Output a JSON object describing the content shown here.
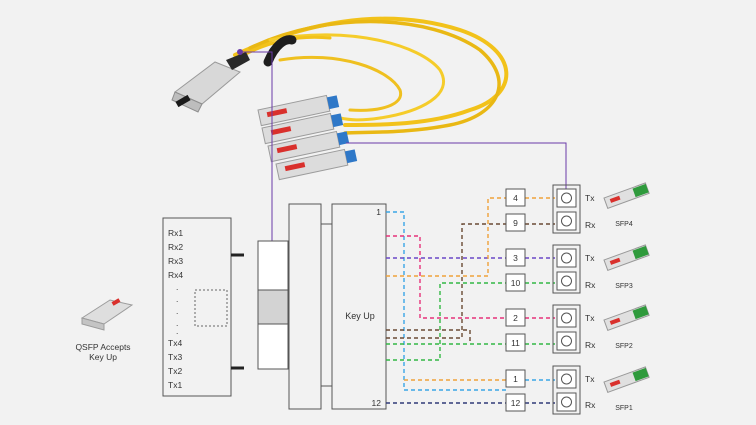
{
  "qsfp_caption": {
    "line1": "QSFP Accepts",
    "line2": "Key Up"
  },
  "rx_labels": [
    "Rx1",
    "Rx2",
    "Rx3",
    "Rx4"
  ],
  "tx_labels": [
    "Tx4",
    "Tx3",
    "Tx2",
    "Tx1"
  ],
  "dots": [
    ".",
    ".",
    ".",
    ".",
    "."
  ],
  "key_label": "Key Up",
  "fiber_top": "1",
  "fiber_bottom": "12",
  "port_numbers": [
    "4",
    "9",
    "3",
    "10",
    "2",
    "11",
    "1",
    "12"
  ],
  "tx_label": "Tx",
  "rx_label": "Rx",
  "sfp_labels": [
    "SFP4",
    "SFP3",
    "SFP2",
    "SFP1"
  ],
  "colors": {
    "cable": "#f2c21a",
    "pointer": "#6a3aa8",
    "blue": "#3aa6e6",
    "pink": "#e6327a",
    "purple": "#6a48c8",
    "orange": "#f0a13a",
    "brown": "#6a4a34",
    "green": "#33b844",
    "navy": "#303a78"
  }
}
